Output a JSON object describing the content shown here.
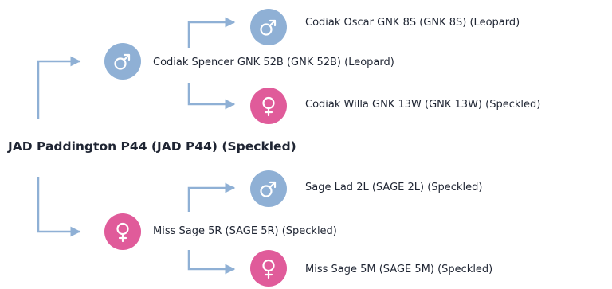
{
  "colors": {
    "male": "#8fb0d5",
    "female": "#e05b9a",
    "connector": "#8fb0d5",
    "text": "#1f2533"
  },
  "subject": {
    "label": "JAD Paddington P44 (JAD P44) (Speckled)"
  },
  "pedigree": {
    "sire": {
      "sex": "male",
      "icon": "male-symbol-icon",
      "label": "Codiak Spencer GNK 52B (GNK 52B) (Leopard)",
      "sire": {
        "sex": "male",
        "icon": "male-symbol-icon",
        "label": "Codiak Oscar GNK 8S (GNK 8S) (Leopard)"
      },
      "dam": {
        "sex": "female",
        "icon": "female-symbol-icon",
        "label": "Codiak Willa GNK 13W (GNK 13W) (Speckled)"
      }
    },
    "dam": {
      "sex": "female",
      "icon": "female-symbol-icon",
      "label": "Miss Sage 5R (SAGE 5R) (Speckled)",
      "sire": {
        "sex": "male",
        "icon": "male-symbol-icon",
        "label": "Sage Lad 2L (SAGE 2L) (Speckled)"
      },
      "dam": {
        "sex": "female",
        "icon": "female-symbol-icon",
        "label": "Miss Sage 5M (SAGE 5M) (Speckled)"
      }
    }
  }
}
